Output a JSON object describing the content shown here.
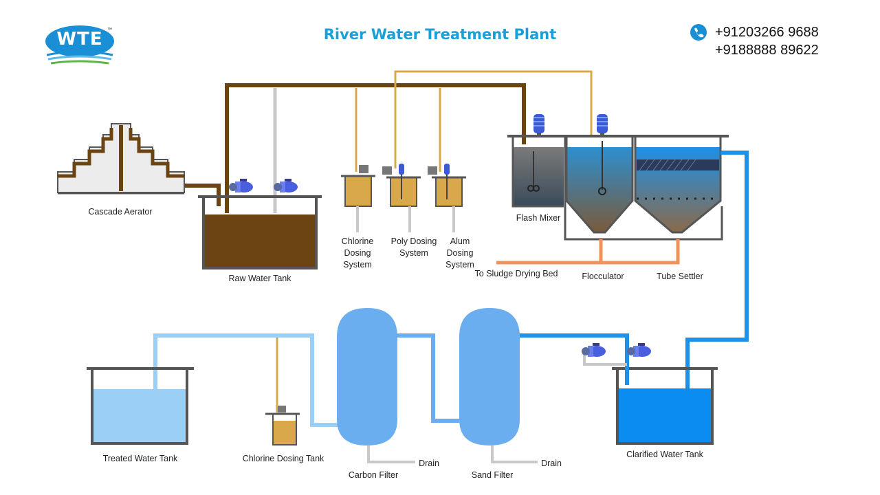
{
  "header": {
    "title": "River Water Treatment Plant",
    "logo_text": "WTE",
    "logo_tm": "™",
    "phones": [
      "+91203266 9688",
      "+9188888 89622"
    ]
  },
  "labels": {
    "cascade_aerator": "Cascade Aerator",
    "raw_water_tank": "Raw Water Tank",
    "chlorine_dosing_system": "Chlorine Dosing System",
    "poly_dosing_system": "Poly Dosing System",
    "alum_dosing_system": "Alum Dosing System",
    "flash_mixer": "Flash Mixer",
    "to_sludge_drying_bed": "To Sludge Drying Bed",
    "flocculator": "Flocculator",
    "tube_settler": "Tube Settler",
    "treated_water_tank": "Treated Water Tank",
    "chlorine_dosing_tank": "Chlorine Dosing Tank",
    "carbon_filter": "Carbon Filter",
    "sand_filter": "Sand Filter",
    "drain": "Drain",
    "clarified_water_tank": "Clarified Water Tank"
  },
  "colors": {
    "title": "#1aa0d8",
    "raw_water": "#6b4412",
    "dosing_chemical": "#d9a84a",
    "sludge_line": "#f0935a",
    "clarified_water": "#1e90e8",
    "treated_water": "#9ccff5",
    "filter_vessel": "#6aaef0",
    "pump": "#4a5ee0"
  }
}
